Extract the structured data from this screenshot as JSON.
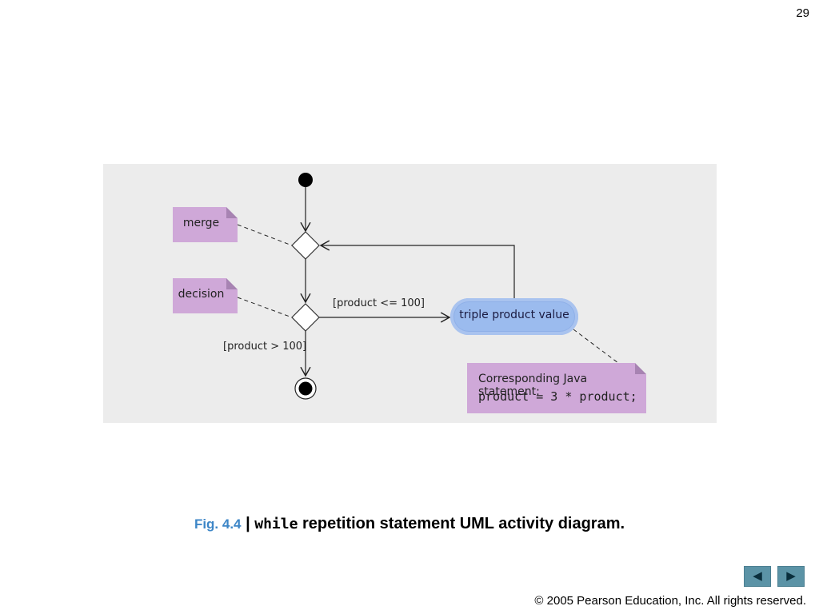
{
  "slide": {
    "page_number": "29"
  },
  "diagram": {
    "notes": {
      "merge": "merge",
      "decision": "decision",
      "java_heading": "Corresponding Java statement:",
      "java_code": "product = 3 * product;"
    },
    "action": "triple product value",
    "guards": {
      "true": "[product <= 100]",
      "false": "[product > 100]"
    }
  },
  "caption": {
    "fig": "Fig. 4.4",
    "separator": "|",
    "code": "while",
    "text": " repetition statement UML activity diagram."
  },
  "nav": {
    "prev_icon": "◀",
    "next_icon": "▶"
  },
  "footer": {
    "copyright": "© 2005 Pearson Education, Inc.  All rights reserved."
  },
  "colors": {
    "note": "#cfa8d8",
    "action": "#8fb0e8",
    "caption_fig": "#3d86c7",
    "nav": "#5b93a6"
  }
}
